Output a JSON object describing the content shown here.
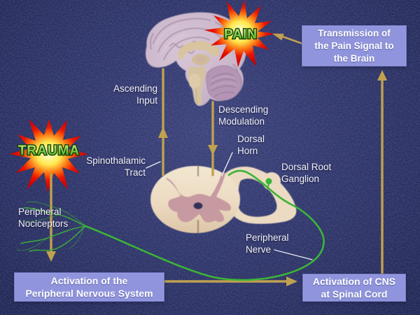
{
  "stars": {
    "trauma": "TRAUMA",
    "pain": "PAIN"
  },
  "labels": {
    "ascending_input": "Ascending\nInput",
    "descending_modulation": "Descending\nModulation",
    "dorsal_horn": "Dorsal\nHorn",
    "spinothalamic_tract": "Spinothalamic\nTract",
    "peripheral_nociceptors": "Peripheral\nNociceptors",
    "dorsal_root_ganglion": "Dorsal Root\nGanglion",
    "peripheral_nerve": "Peripheral\nNerve"
  },
  "boxes": {
    "transmission": "Transmission of\nthe Pain Signal to\nthe Brain",
    "activation_pns": "Activation of the\nPeripheral Nervous System",
    "activation_cns": "Activation of CNS\nat Spinal Cord"
  },
  "colors": {
    "background_navy": "#2c3266",
    "box_fill": "#8f94dc",
    "box_text": "#ffffff",
    "label_text": "#f2f2f7",
    "arrow_gold": "#bfa150",
    "nerve_green": "#3bb437",
    "star_red": "#d40000",
    "star_label_green": "#55c31d",
    "cord_cream": "#ecdbc2",
    "gray_matter_pink": "#c69aa0",
    "brain_cortex": "#cab6ca"
  }
}
